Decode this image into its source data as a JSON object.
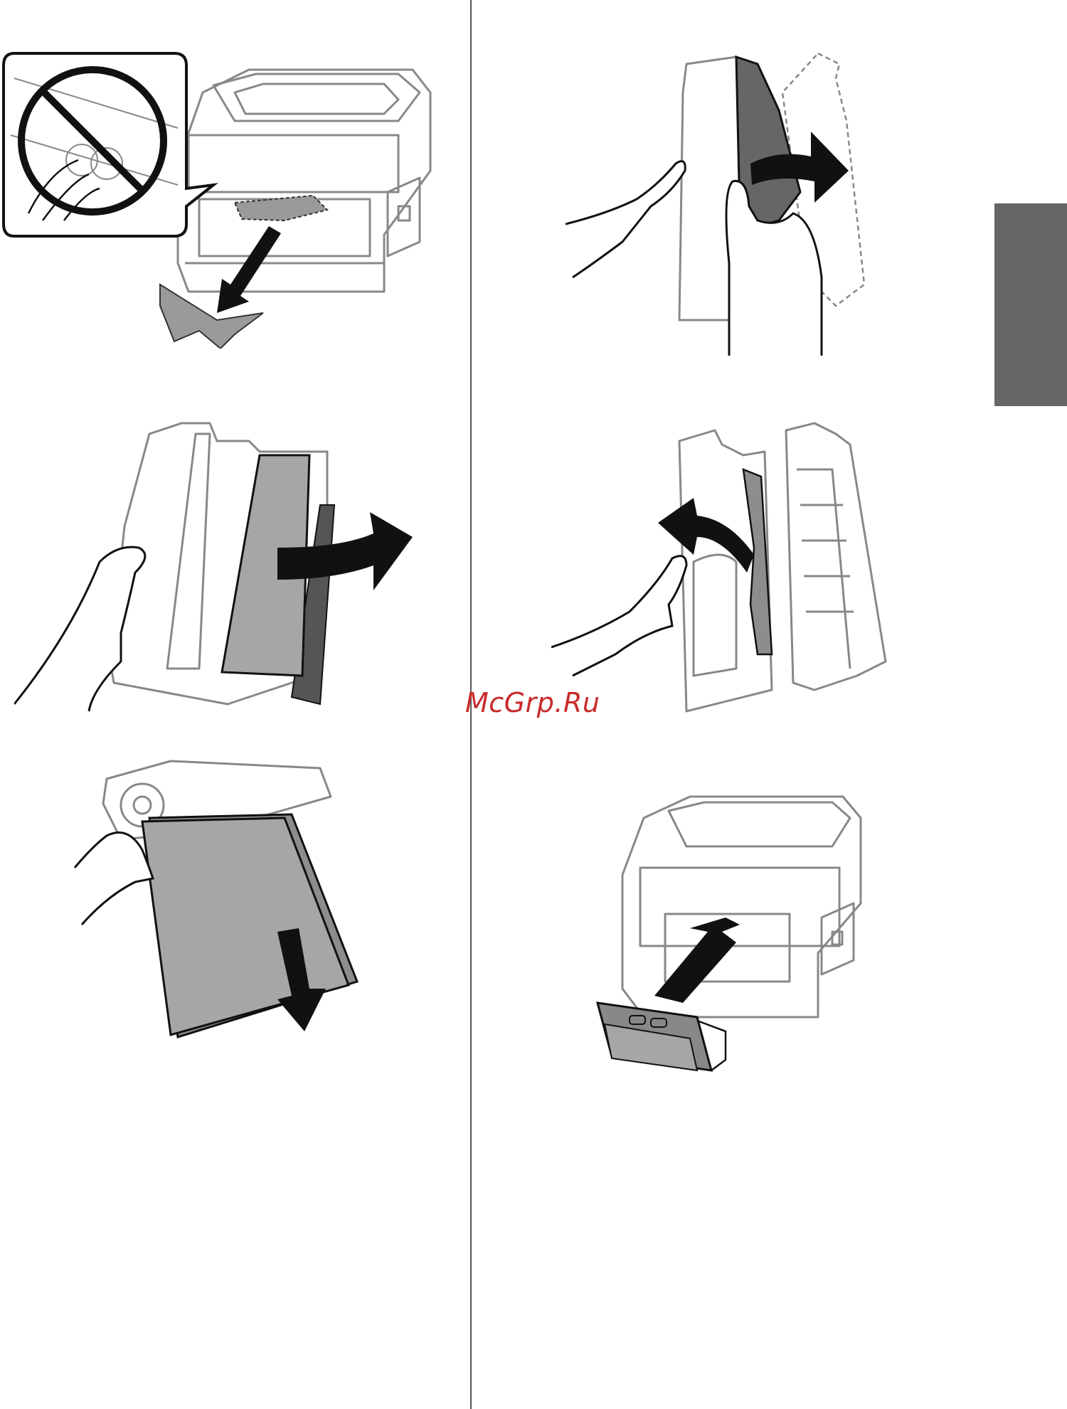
{
  "page": {
    "background_color": "#ffffff",
    "divider_color": "#555555",
    "side_tab_color": "#666666"
  },
  "watermark": {
    "text": "McGrp.Ru",
    "color": "#c92a2a"
  },
  "illustrations": [
    {
      "id": "step-1",
      "icon": "printer-remove-jammed-paper-icon"
    },
    {
      "id": "step-2",
      "icon": "remove-paper-from-rear-unit-icon"
    },
    {
      "id": "step-3",
      "icon": "pull-paper-down-icon"
    },
    {
      "id": "step-4",
      "icon": "open-rear-cover-icon"
    },
    {
      "id": "step-5",
      "icon": "remove-paper-inside-unit-icon"
    },
    {
      "id": "step-6",
      "icon": "reattach-rear-unit-icon"
    }
  ]
}
